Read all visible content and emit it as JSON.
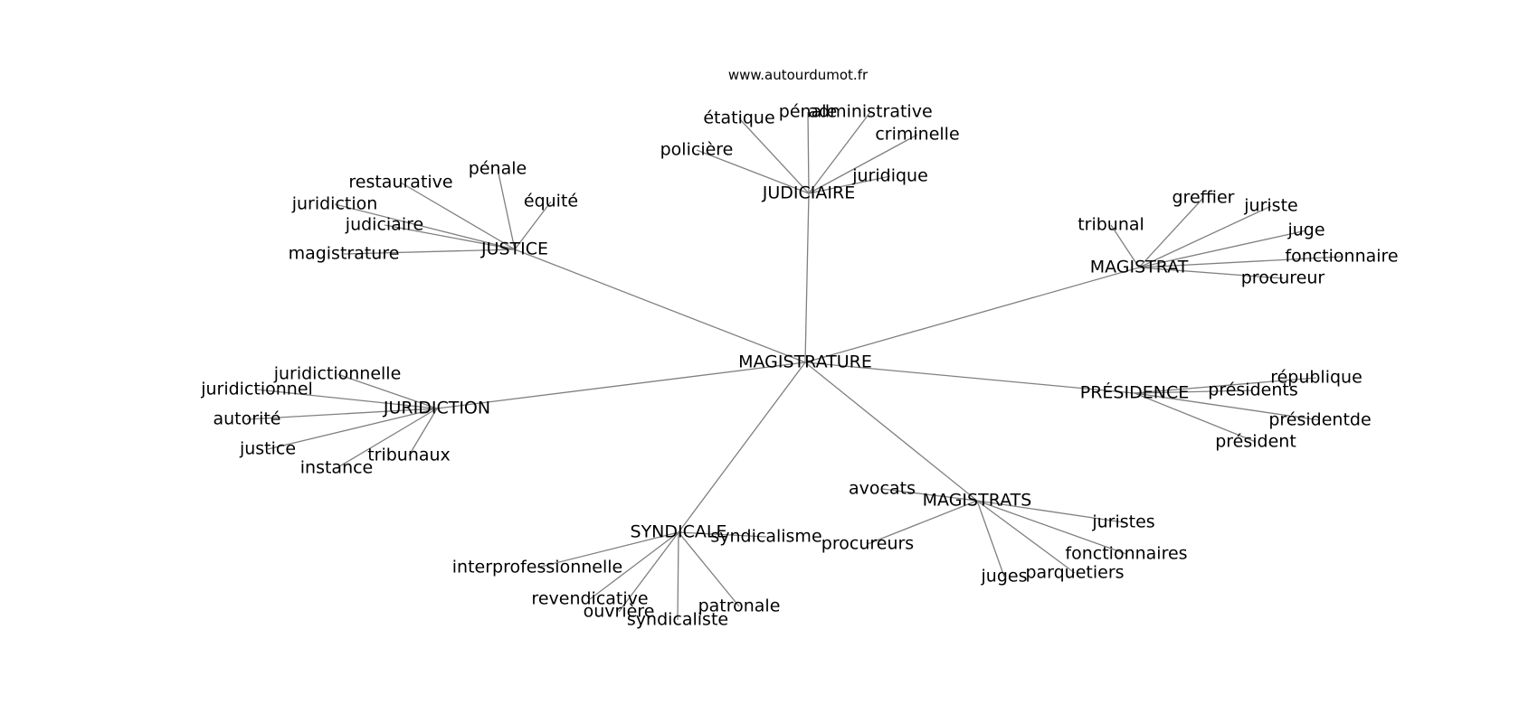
{
  "source": "www.autourdumot.fr",
  "center": "MAGISTRATURE",
  "clusters": [
    {
      "hub": "JUDICIAIRE",
      "terms": [
        "étatique",
        "pénale",
        "administrative",
        "criminelle",
        "policière",
        "juridique"
      ]
    },
    {
      "hub": "JUSTICE",
      "terms": [
        "pénale",
        "restaurative",
        "juridiction",
        "judiciaire",
        "magistrature",
        "équité"
      ]
    },
    {
      "hub": "MAGISTRAT",
      "terms": [
        "greffier",
        "juriste",
        "tribunal",
        "juge",
        "fonctionnaire",
        "procureur"
      ]
    },
    {
      "hub": "JURIDICTION",
      "terms": [
        "juridictionnelle",
        "juridictionnel",
        "autorité",
        "justice",
        "instance",
        "tribunaux"
      ]
    },
    {
      "hub": "PRÉSIDENCE",
      "terms": [
        "république",
        "présidents",
        "présidentde",
        "président"
      ]
    },
    {
      "hub": "MAGISTRATS",
      "terms": [
        "avocats",
        "juristes",
        "procureurs",
        "fonctionnaires",
        "parquetiers",
        "juges"
      ]
    },
    {
      "hub": "SYNDICALE",
      "terms": [
        "syndicalisme",
        "interprofessionnelle",
        "revendicative",
        "ouvrière",
        "syndicaliste",
        "patronale"
      ]
    }
  ]
}
